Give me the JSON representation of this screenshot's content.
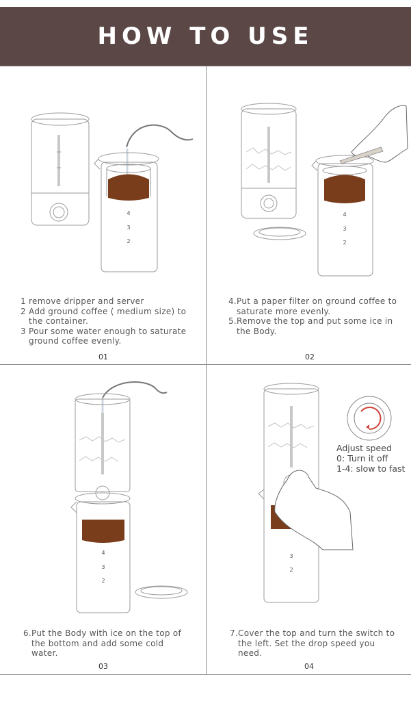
{
  "header": {
    "title": "HOW TO USE"
  },
  "panels": [
    {
      "number": "01",
      "steps": [
        "1 remove dripper and server",
        "2 Add ground coffee ( medium size) to the container.",
        "3 Pour some water enough to saturate ground coffee evenly."
      ]
    },
    {
      "number": "02",
      "steps": [
        "4.Put a paper filter on ground coffee to saturate more evenly.",
        "5.Remove the top and put some ice in the Body."
      ]
    },
    {
      "number": "03",
      "steps": [
        "6.Put the Body with ice on the top of the bottom and add some cold water."
      ]
    },
    {
      "number": "04",
      "steps": [
        "7.Cover the top and turn the switch to the left. Set the drop speed you need."
      ]
    }
  ],
  "speed_note": {
    "title": "Adjust speed",
    "line1": "0: Turn it off",
    "line2": "1-4: slow to fast"
  },
  "scale_marks": [
    "4",
    "3",
    "2"
  ],
  "colors": {
    "header_bg": "#5a4746",
    "coffee": "#7a3d1c",
    "line": "#8a8a8a",
    "dial_red": "#d0443a"
  }
}
